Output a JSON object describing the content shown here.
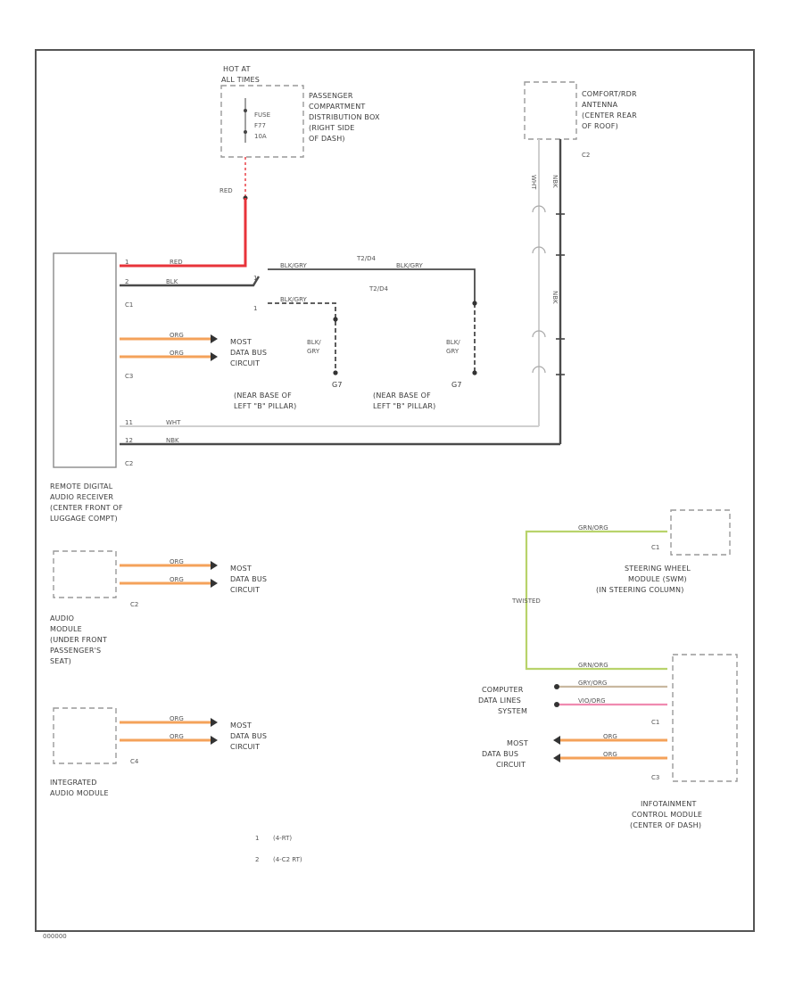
{
  "colors": {
    "red": "#e8333a",
    "dark": "#4a4a4a",
    "orange": "#f4a25a",
    "white_wire": "#cfcfcf",
    "yellow_green": "#b8d36b",
    "pink": "#f08ab0",
    "gray_tan": "#c9b8a0"
  },
  "frame": {
    "code": "000000"
  },
  "fusebox": {
    "hot_label": [
      "HOT AT",
      "ALL TIMES"
    ],
    "fuse_label": [
      "FUSE",
      "F77",
      "10A"
    ],
    "description": [
      "PASSENGER",
      "COMPARTMENT",
      "DISTRIBUTION BOX",
      "(RIGHT SIDE",
      "OF DASH)"
    ]
  },
  "antenna": {
    "description": [
      "COMFORT/RDR",
      "ANTENNA",
      "(CENTER REAR",
      "OF ROOF)"
    ],
    "connector": "C2"
  },
  "radio": {
    "description": [
      "REMOTE DIGITAL",
      "AUDIO RECEIVER",
      "(CENTER FRONT OF",
      "LUGGAGE COMPT)"
    ],
    "connectors": [
      "C1",
      "C3",
      "C2"
    ]
  },
  "wires": {
    "red": "RED",
    "blk": "BLK",
    "blk_gry": "BLK/GRY",
    "blk_gry_split": [
      "BLK/",
      "GRY"
    ],
    "org": "ORG",
    "wht": "WHT",
    "nbk": "NBK",
    "grn_org": "GRN/ORG",
    "gry_org": "GRY/ORG",
    "vio_org": "VIO/ORG",
    "twisted": "TWISTED"
  },
  "splices": {
    "t_a": "T2/D4",
    "ground_a": [
      "G7",
      "(NEAR BASE OF",
      "LEFT \"B\" PILLAR)"
    ],
    "ground_b": [
      "G7",
      "(NEAR BASE OF",
      "LEFT \"B\" PILLAR)"
    ]
  },
  "most_bus": [
    "MOST",
    "DATA BUS",
    "CIRCUIT"
  ],
  "audio_module": {
    "description": [
      "AUDIO",
      "MODULE",
      "(UNDER FRONT",
      "PASSENGER'S",
      "SEAT)"
    ],
    "connector": "C2"
  },
  "integrated_module": {
    "description": [
      "INTEGRATED",
      "AUDIO MODULE"
    ],
    "connector": "C4"
  },
  "steering_module": {
    "description": [
      "STEERING WHEEL",
      "MODULE (SWM)",
      "(IN STEERING COLUMN)"
    ],
    "connector": "C1"
  },
  "infotainment": {
    "description": [
      "INFOTAINMENT",
      "CONTROL MODULE",
      "(CENTER OF DASH)"
    ],
    "connectors": [
      "C1",
      "C3"
    ],
    "can_label": [
      "COMPUTER",
      "DATA LINES",
      "SYSTEM"
    ],
    "most_label": [
      "MOST",
      "DATA BUS",
      "CIRCUIT"
    ]
  },
  "legend": [
    {
      "num": "1",
      "text": "(4-RT)"
    },
    {
      "num": "2",
      "text": "(4-C2 RT)"
    }
  ]
}
